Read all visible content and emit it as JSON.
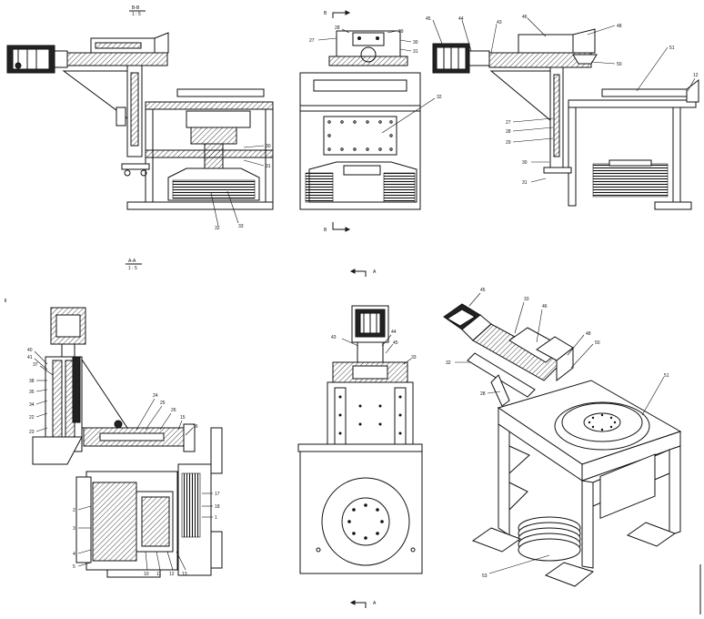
{
  "section_marks": {
    "bb_numer": "B-B",
    "bb_denom": "1 : 5",
    "aa_numer": "A-A",
    "aa_denom": "1 : 5",
    "view_b_top": "B",
    "view_b_bottom": "B",
    "view_a_top": "A",
    "view_a_bottom": "A"
  },
  "balloons": {
    "v1_a": "30",
    "v1_b": "31",
    "v1_c": "32",
    "v1_d": "33",
    "v2_a": "27",
    "v2_b": "28",
    "v2_c": "29",
    "v2_d": "30",
    "v2_e": "31",
    "v2_f": "32",
    "v3_a": "45",
    "v3_b": "44",
    "v3_c": "43",
    "v3_d": "46",
    "v3_e": "48",
    "v3_f": "50",
    "v3_g": "51",
    "v3_h": "12",
    "v3_i": "27",
    "v3_j": "28",
    "v3_k": "29",
    "v3_l": "30",
    "v3_m": "31",
    "v4_a": "40",
    "v4_b": "41",
    "v4_c": "37",
    "v4_d": "38",
    "v4_e": "35",
    "v4_f": "34",
    "v4_g": "22",
    "v4_h": "23",
    "v4_i": "24",
    "v4_j": "25",
    "v4_k": "26",
    "v4_l": "15",
    "v4_m": "16",
    "v4_n": "17",
    "v4_o": "18",
    "v4_p": "1",
    "v4_q": "2",
    "v4_r": "3",
    "v4_s": "4",
    "v4_t": "5",
    "v4_u": "10",
    "v4_v": "11",
    "v4_w": "12",
    "v4_x": "13",
    "v5_a": "43",
    "v5_b": "44",
    "v5_c": "45",
    "v5_d": "33",
    "v6_a": "45",
    "v6_b": "33",
    "v6_c": "46",
    "v6_d": "48",
    "v6_e": "50",
    "v6_f": "51",
    "v6_g": "32",
    "v6_h": "28",
    "v6_i": "53"
  }
}
